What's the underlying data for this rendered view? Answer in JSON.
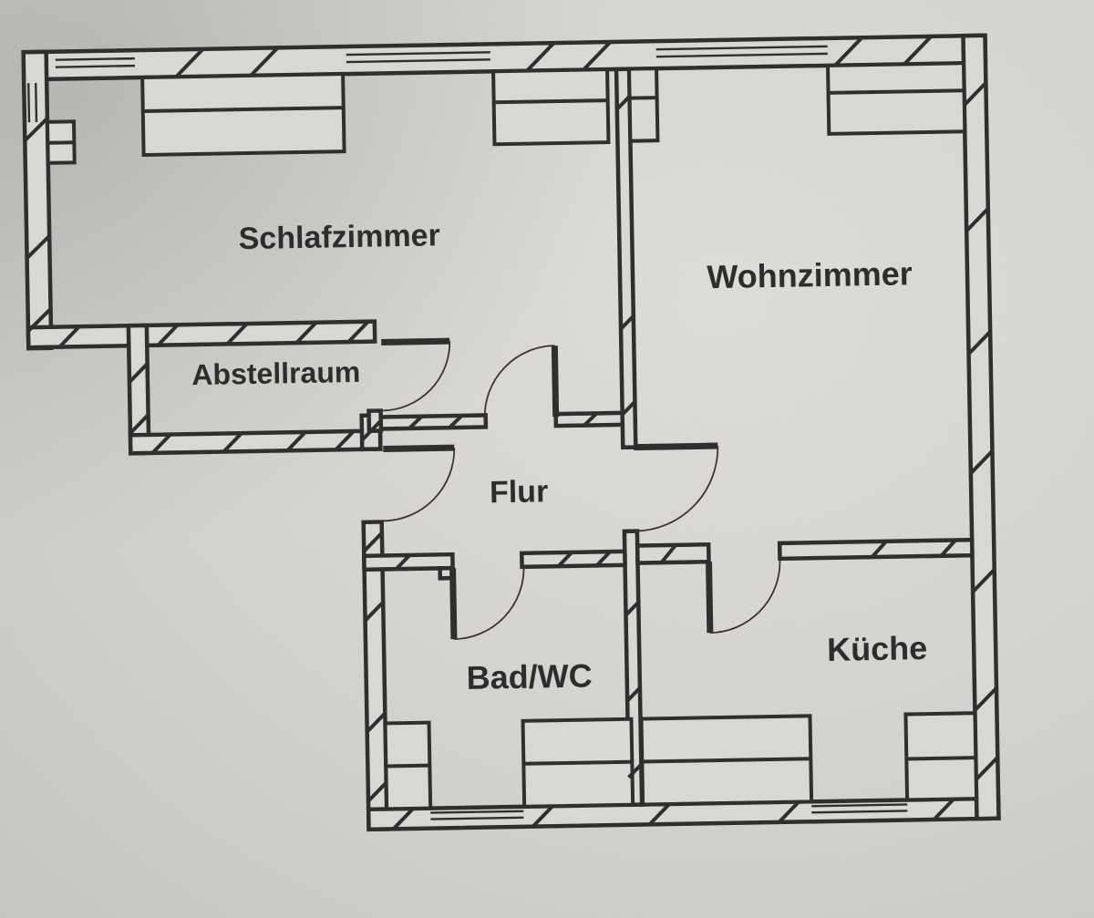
{
  "diagram": {
    "type": "floor-plan",
    "rooms": {
      "schlafzimmer": {
        "label": "Schlafzimmer"
      },
      "wohnzimmer": {
        "label": "Wohnzimmer"
      },
      "abstellraum": {
        "label": "Abstellraum"
      },
      "flur": {
        "label": "Flur"
      },
      "bad_wc": {
        "label": "Bad/WC"
      },
      "kueche": {
        "label": "Küche"
      }
    },
    "features": {
      "doors": [
        "entrance-door",
        "abstellraum-door",
        "schlafzimmer-door",
        "wohnzimmer-door",
        "bad-wc-door",
        "kueche-door"
      ],
      "windows": [
        "schlafzimmer-left-window",
        "schlafzimmer-top-window-1",
        "schlafzimmer-top-window-2",
        "wohnzimmer-top-window",
        "bad-wc-bottom-window",
        "kueche-bottom-window"
      ]
    },
    "colors": {
      "ink": "#1c1c1c",
      "paper": "#d6d4d1"
    }
  }
}
